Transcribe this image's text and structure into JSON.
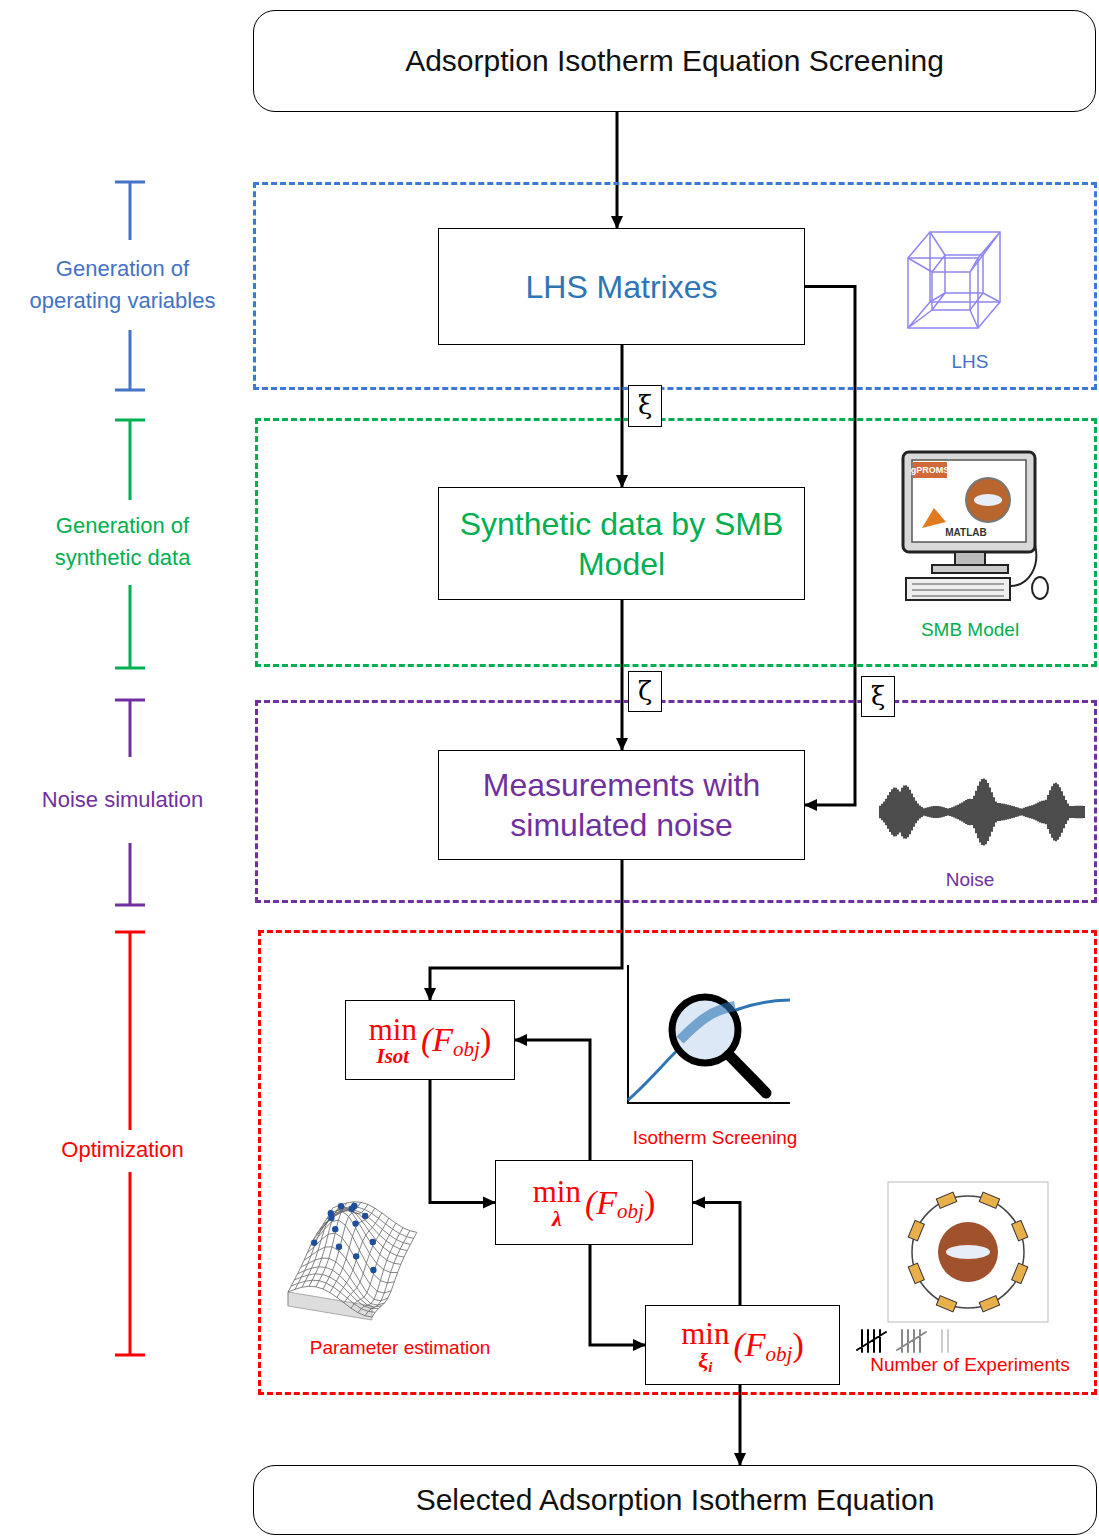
{
  "diagram": {
    "nodes": [
      {
        "text": [
          "Adsorption Isotherm Equation Screening"
        ]
      },
      {
        "text": [
          "Generation of operating variables",
          "LHS"
        ]
      },
      {
        "text": [
          "LHS Matrixes"
        ],
        "in": 1
      },
      {
        "text": [
          "Generation of synthetic data",
          "SMB Model"
        ]
      },
      {
        "text": [
          "Synthetic data by SMB Model"
        ],
        "in": 3
      },
      {
        "text": [
          "Noise simulation",
          "Noise"
        ]
      },
      {
        "text": [
          "Measurements with simulated noise"
        ],
        "in": 5
      },
      {
        "text": [
          "Optimization",
          "Isotherm Screening",
          "Parameter estimation",
          "Number of Experiments"
        ]
      },
      {
        "text": [
          "min",
          "Isot",
          "(F",
          "obj",
          ")"
        ],
        "in": 7
      },
      {
        "text": [
          "min",
          "λ",
          "(F",
          "obj",
          ")"
        ],
        "in": 7
      },
      {
        "text": [
          "min",
          "ξ",
          "i",
          "(F",
          "obj",
          ")"
        ],
        "in": 7
      },
      {
        "text": [
          "Selected Adsorption Isotherm Equation"
        ]
      }
    ],
    "edges": [
      {
        "from": 0,
        "to": 2,
        "arrow": "to"
      },
      {
        "from": 2,
        "to": 4,
        "arrow": "to",
        "label": "ξ"
      },
      {
        "from": 2,
        "to": 6,
        "arrow": "to",
        "label": "ξ"
      },
      {
        "from": 4,
        "to": 6,
        "arrow": "to",
        "label": "ζ"
      },
      {
        "from": 6,
        "to": 8,
        "arrow": "to"
      },
      {
        "from": 8,
        "to": 9,
        "arrow": "to"
      },
      {
        "from": 9,
        "to": 10,
        "arrow": "to"
      },
      {
        "from": 10,
        "to": 9,
        "arrow": "to"
      },
      {
        "from": 9,
        "to": 8,
        "arrow": "to"
      },
      {
        "from": 10,
        "to": 11,
        "arrow": "to"
      }
    ],
    "labels": [
      "gPROMS",
      "MATLAB"
    ]
  }
}
